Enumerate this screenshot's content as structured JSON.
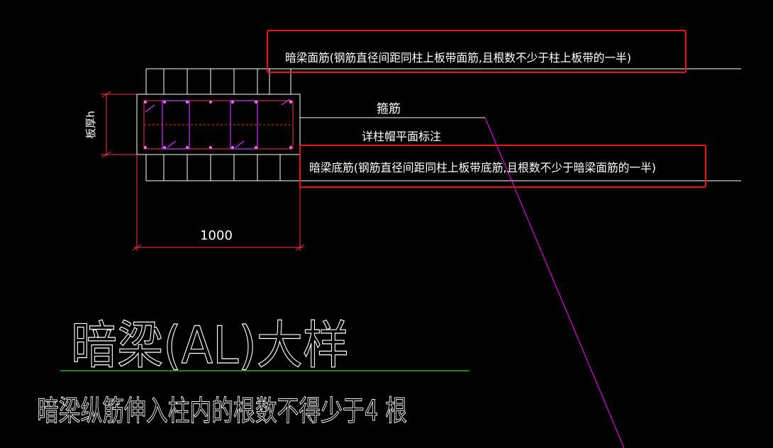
{
  "labels": {
    "top_rebar": "暗梁面筋(钢筋直径间距同柱上板带面筋,且根数不少于柱上板带的一半)",
    "stirrup": "箍筋",
    "stirrup_note": "详柱帽平面标注",
    "bottom_rebar": "暗梁底筋(钢筋直径间距同柱上板带底筋,且根数不少于暗梁面筋的一半)",
    "slab_thickness": "板厚h",
    "width_dim": "1000",
    "title": "暗梁(AL)大样",
    "note": "暗梁纵筋伸入柱内的根数不得少于4 根"
  },
  "colors": {
    "background": "#000000",
    "line": "#ffffff",
    "stirrup": "#cc33ff",
    "leader": "#ff00ff",
    "dimension": "#ff3333",
    "highlight": "#ee1111",
    "underline": "#33cc33"
  }
}
